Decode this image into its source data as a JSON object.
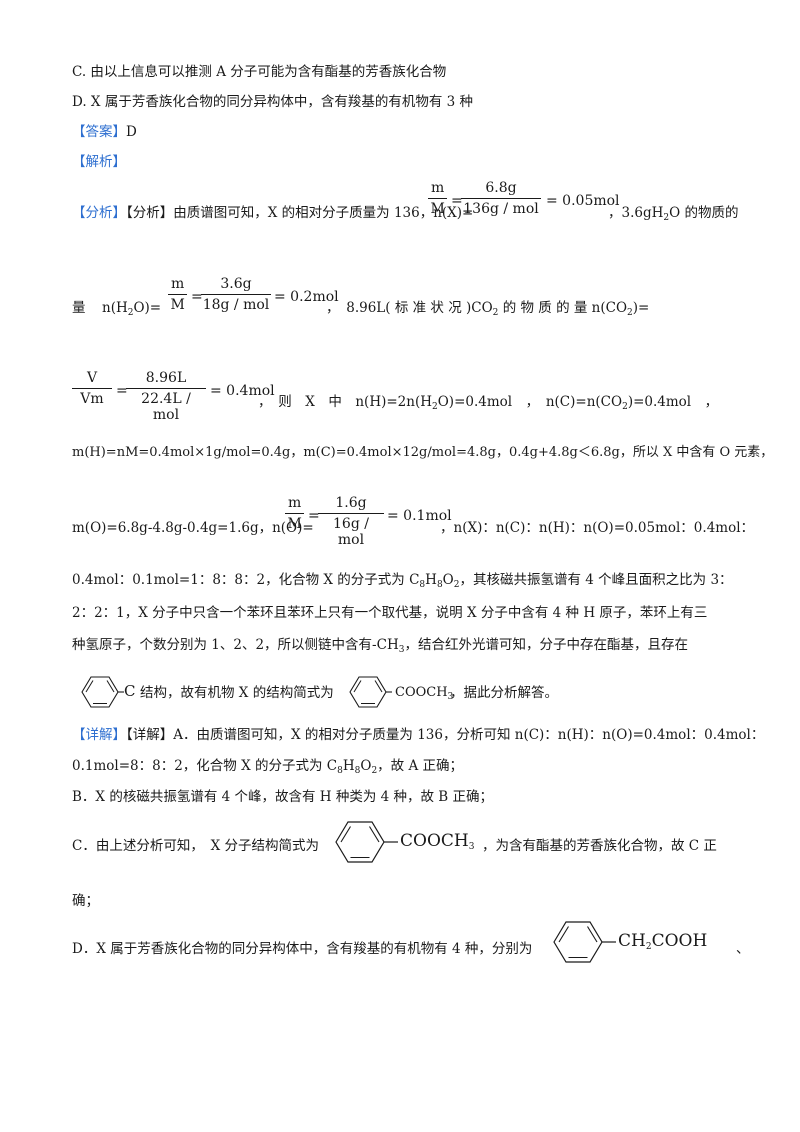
{
  "options": {
    "c": "C. 由以上信息可以推测 A 分子可能为含有酯基的芳香族化合物",
    "d": "D. X 属于芳香族化合物的同分异构体中，含有羧基的有机物有 3 种"
  },
  "answer": {
    "tag": "【答案】",
    "value": "D"
  },
  "analysis_tag": "【解析】",
  "fenxi": {
    "intro": "【分析】由质谱图可知，X 的相对分子质量为 136，n(X)=",
    "frac1": {
      "num1": "m",
      "den1": "M",
      "num2": "6.8g",
      "den2": "136g / mol",
      "result": "= 0.05mol"
    },
    "after1": "，3.6gH",
    "after1b": "O 的物质的",
    "liang": "量",
    "nh2o": "n(H",
    "nh2o_b": "O)=",
    "frac2": {
      "num1": "m",
      "den1": "M",
      "num2": "3.6g",
      "den2": "18g / mol",
      "result": "= 0.2mol"
    },
    "co2_text": "，　8.96L( 标 准 状 况 )CO",
    "co2_text_b": " 的 物 质 的 量 n(CO",
    "co2_text_c": ")=",
    "frac3": {
      "num1": "V",
      "den1": "Vm",
      "num2": "8.96L",
      "den2": "22.4L / mol",
      "result": "= 0.4mol"
    },
    "then": "，　则　X　中　n(H)=2n(H",
    "then_b": "O)=0.4mol　，　n(C)=n(CO",
    "then_c": ")=0.4mol　，",
    "line_m": "m(H)=nM=0.4mol×1g/mol=0.4g，m(C)=0.4mol×12g/mol=4.8g，0.4g+4.8g＜6.8g，所以 X 中含有 O 元素，",
    "mo_text": "m(O)=6.8g-4.8g-0.4g=1.6g，n(O)=",
    "frac4": {
      "num1": "m",
      "den1": "M",
      "num2": "1.6g",
      "den2": "16g / mol",
      "result": "= 0.1mol"
    },
    "ratio_text": "，n(X)：n(C)：n(H)：n(O)=0.05mol：0.4mol：",
    "line_r1a": "0.4mol：0.1mol=1：8：8：2，化合物 X 的分子式为 C",
    "line_r1b": "H",
    "line_r1c": "O",
    "line_r1d": "，其核磁共振氢谱有 4 个峰且面积之比为 3：",
    "line_r2": "2：2：1，X 分子中只含一个苯环且苯环上只有一个取代基，说明 X 分子中含有 4 种 H 原子，苯环上有三",
    "line_r3a": "种氢原子，个数分别为 1、2、2，所以侧链中含有-CH",
    "line_r3b": "，结合红外光谱可知，分子中存在酯基，且存在",
    "struct_c": "C",
    "struct_mid": "结构，故有机物 X 的结构简式为",
    "struct_cooch": "COOCH",
    "struct_end": "，据此分析解答。"
  },
  "detail": {
    "a1": "【详解】A．由质谱图可知，X 的相对分子质量为 136，分析可知 n(C)：n(H)：n(O)=0.4mol：0.4mol：",
    "a2a": "0.1mol=8：8：2，化合物 X 的分子式为 C",
    "a2b": "H",
    "a2c": "O",
    "a2d": "，故 A 正确；",
    "b": "B．X 的核磁共振氢谱有 4 个峰，故含有 H 种类为 4 种，故 B 正确；",
    "c_pre": "C．由上述分析可知，　X 分子结构简式为",
    "c_formula": "COOCH",
    "c_post": "，为含有酯基的芳香族化合物，故 C 正",
    "c_end": "确；",
    "d_pre": "D．X 属于芳香族化合物的同分异构体中，含有羧基的有机物有 4 种，分别为",
    "d_formula_a": "CH",
    "d_formula_b": "COOH",
    "d_sep": "、"
  },
  "subs": {
    "two": "2",
    "three": "3",
    "eight": "8"
  }
}
